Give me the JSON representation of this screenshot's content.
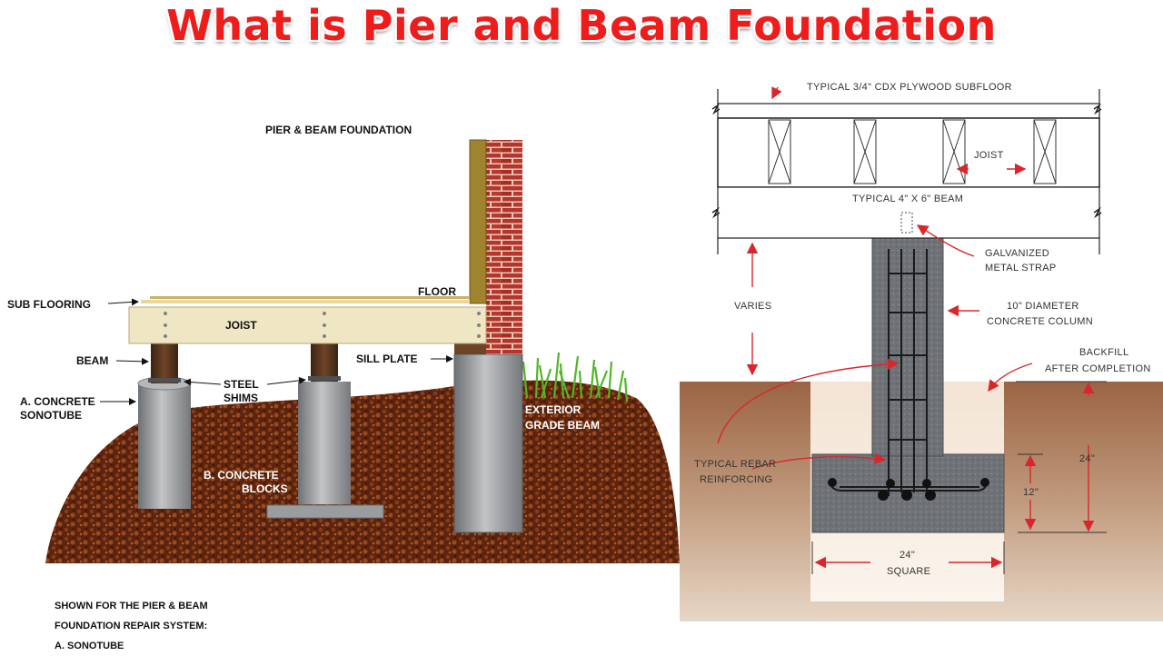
{
  "title": "What is Pier and Beam Foundation",
  "left_diagram": {
    "heading": "PIER & BEAM FOUNDATION",
    "labels": {
      "sub_flooring": "SUB FLOORING",
      "floor": "FLOOR",
      "joist": "JOIST",
      "beam": "BEAM",
      "sill_plate": "SILL PLATE",
      "concrete_sonotube_1": "A. CONCRETE",
      "concrete_sonotube_2": "SONOTUBE",
      "steel_shims_1": "STEEL",
      "steel_shims_2": "SHIMS",
      "concrete_blocks_1": "B. CONCRETE",
      "concrete_blocks_2": "BLOCKS",
      "exterior_grade_beam_1": "EXTERIOR",
      "exterior_grade_beam_2": "GRADE BEAM"
    },
    "notes": [
      "SHOWN FOR THE PIER & BEAM",
      "FOUNDATION REPAIR SYSTEM:",
      "A. SONOTUBE"
    ]
  },
  "right_diagram": {
    "labels": {
      "subfloor": "TYPICAL 3/4\" CDX PLYWOOD SUBFLOOR",
      "joist": "JOIST",
      "beam": "TYPICAL 4\" X 6\" BEAM",
      "strap_1": "GALVANIZED",
      "strap_2": "METAL STRAP",
      "varies": "VARIES",
      "column_1": "10\" DIAMETER",
      "column_2": "CONCRETE COLUMN",
      "backfill_1": "BACKFILL",
      "backfill_2": "AFTER COMPLETION",
      "rebar_1": "TYPICAL REBAR",
      "rebar_2": "REINFORCING",
      "dim_24_height": "24\"",
      "dim_12": "12\"",
      "dim_24_width": "24\"",
      "square": "SQUARE"
    }
  },
  "colors": {
    "title": "#ef1c1c",
    "arrow_red": "#d9262b",
    "soil_dark": "#6b2e14",
    "soil_tan": "#b07a58",
    "concrete": "#8a8d90",
    "wood": "#efe6c4",
    "brick": "#b3352b",
    "grass": "#52b526"
  }
}
